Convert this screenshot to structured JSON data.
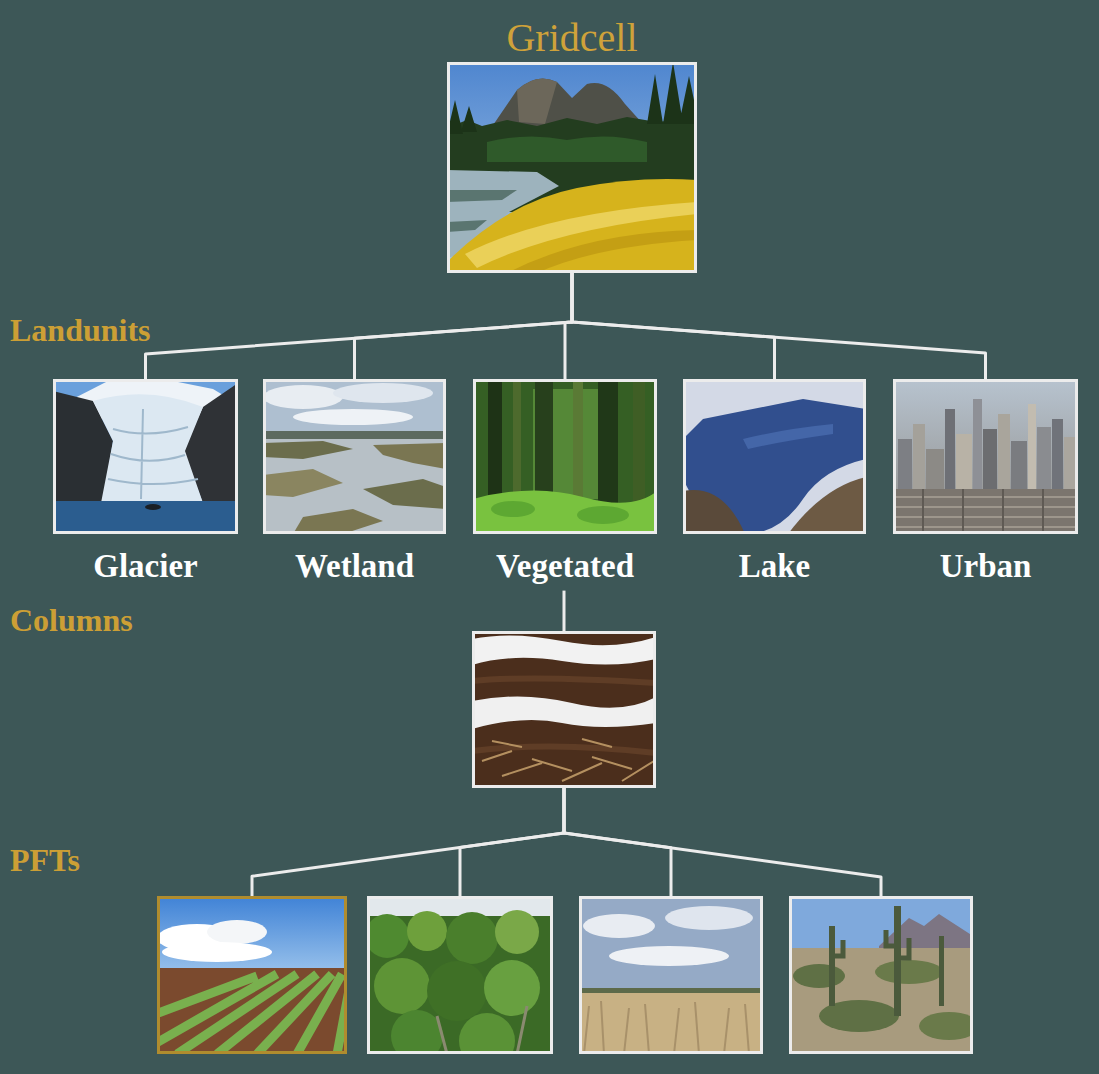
{
  "diagram": {
    "nodes": [
      {
        "text": [
          "Gridcell"
        ]
      },
      {
        "text": [
          "Glacier"
        ]
      },
      {
        "text": [
          "Wetland"
        ]
      },
      {
        "text": [
          "Vegetated"
        ]
      },
      {
        "text": [
          "Lake"
        ]
      },
      {
        "text": [
          "Urban"
        ]
      },
      {
        "text": []
      },
      {
        "text": []
      },
      {
        "text": []
      },
      {
        "text": []
      },
      {
        "text": []
      }
    ],
    "edges": [
      {
        "from": 0,
        "to": 1,
        "arrow": "none"
      },
      {
        "from": 0,
        "to": 2,
        "arrow": "none"
      },
      {
        "from": 0,
        "to": 3,
        "arrow": "none"
      },
      {
        "from": 0,
        "to": 4,
        "arrow": "none"
      },
      {
        "from": 0,
        "to": 5,
        "arrow": "none"
      },
      {
        "from": 3,
        "to": 6,
        "arrow": "none"
      },
      {
        "from": 6,
        "to": 7,
        "arrow": "none"
      },
      {
        "from": 6,
        "to": 8,
        "arrow": "none"
      },
      {
        "from": 6,
        "to": 9,
        "arrow": "none"
      },
      {
        "from": 6,
        "to": 10,
        "arrow": "none"
      }
    ],
    "labels": [
      "Landunits",
      "Columns",
      "PFTs"
    ]
  }
}
